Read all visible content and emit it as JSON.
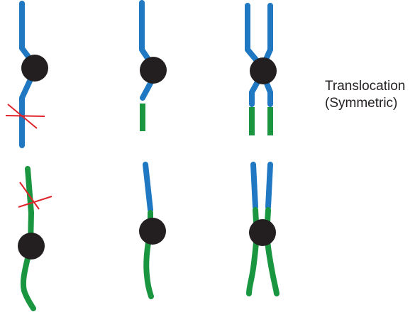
{
  "caption": {
    "line1": "Translocation",
    "line2": "(Symmetric)"
  },
  "colors": {
    "chromosome_a": "#1f78c1",
    "chromosome_b": "#1a9641",
    "centromere": "#231f20",
    "break_mark": "#e0242b",
    "text": "#231f20"
  },
  "icons": {
    "centromere": "filled-circle",
    "break": "red-x-cross"
  }
}
